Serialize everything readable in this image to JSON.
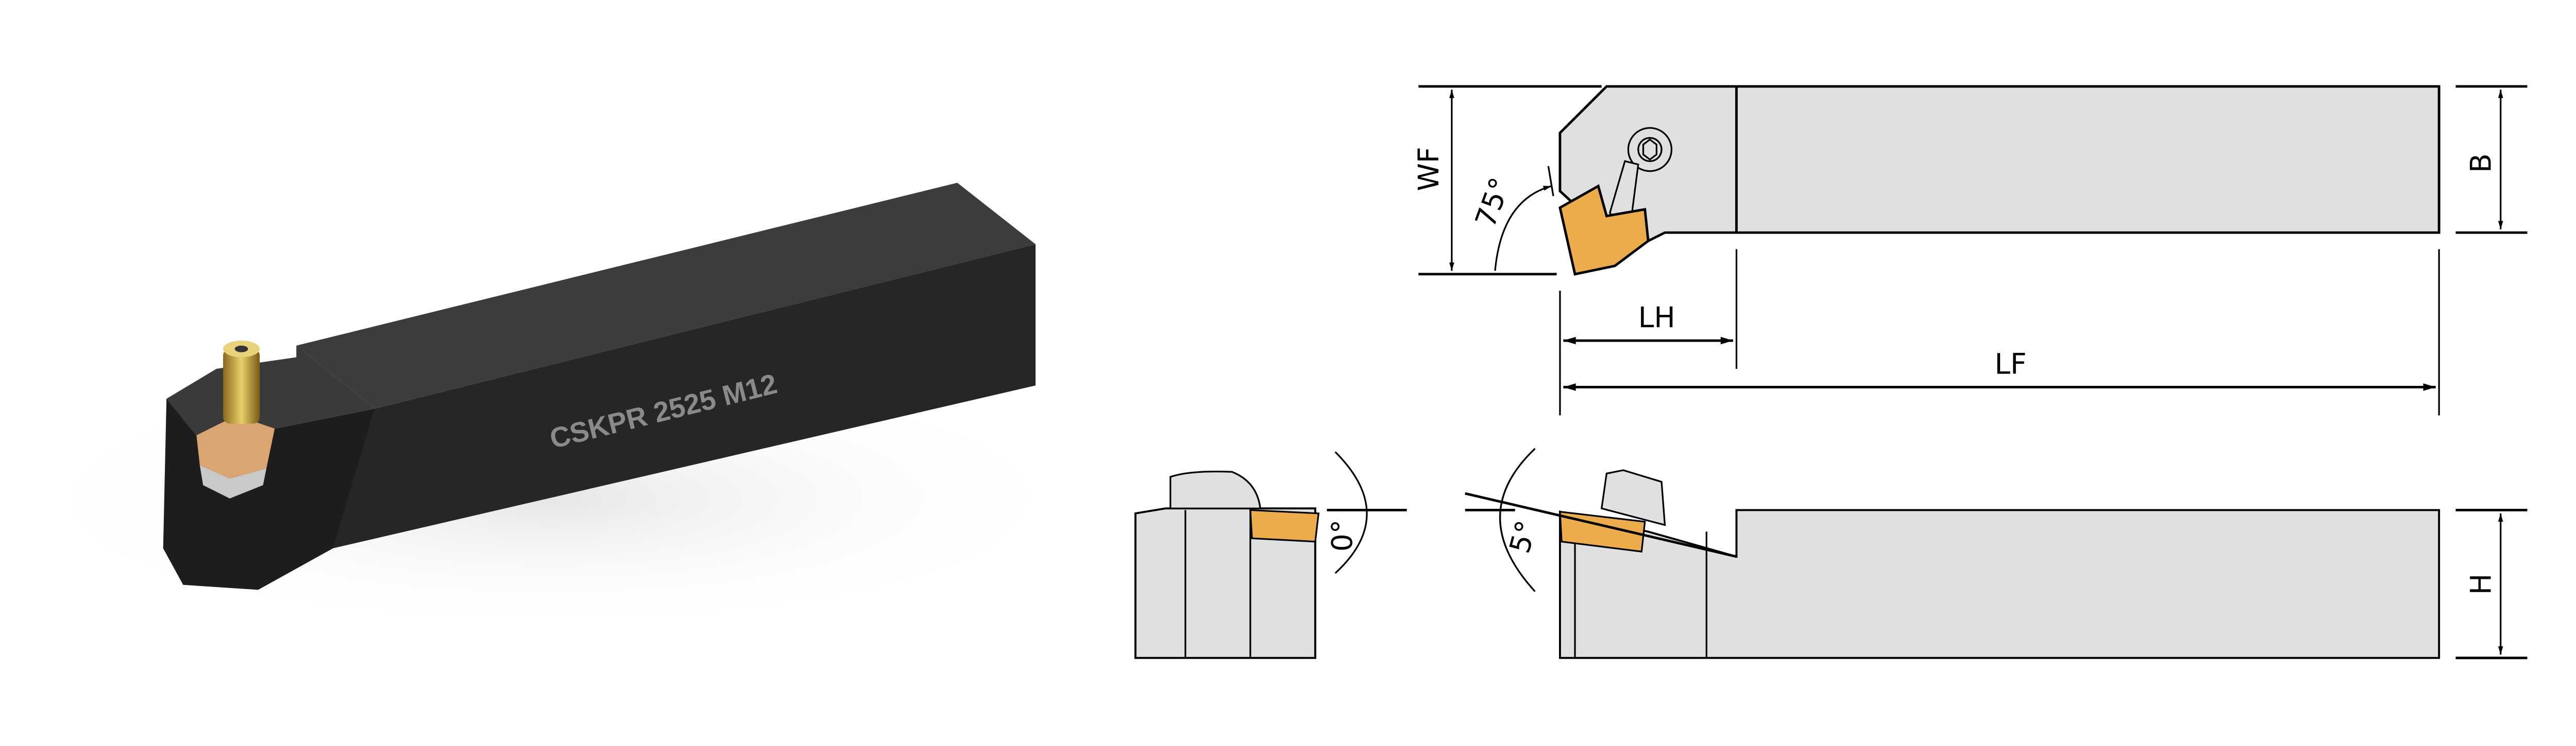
{
  "product": {
    "engraving": "CSKPR 2525 M12"
  },
  "dimensions": {
    "wf": "WF",
    "b": "B",
    "lh": "LH",
    "lf": "LF",
    "h": "H"
  },
  "angles": {
    "approach": "75°",
    "end_view": "0°",
    "side_view": "5°"
  },
  "colors": {
    "insert": "#ECAC4C",
    "body_drawing": "#E1E0E1",
    "holder_render": "#2a2a2a",
    "clamp_gold": "#C9A640"
  }
}
